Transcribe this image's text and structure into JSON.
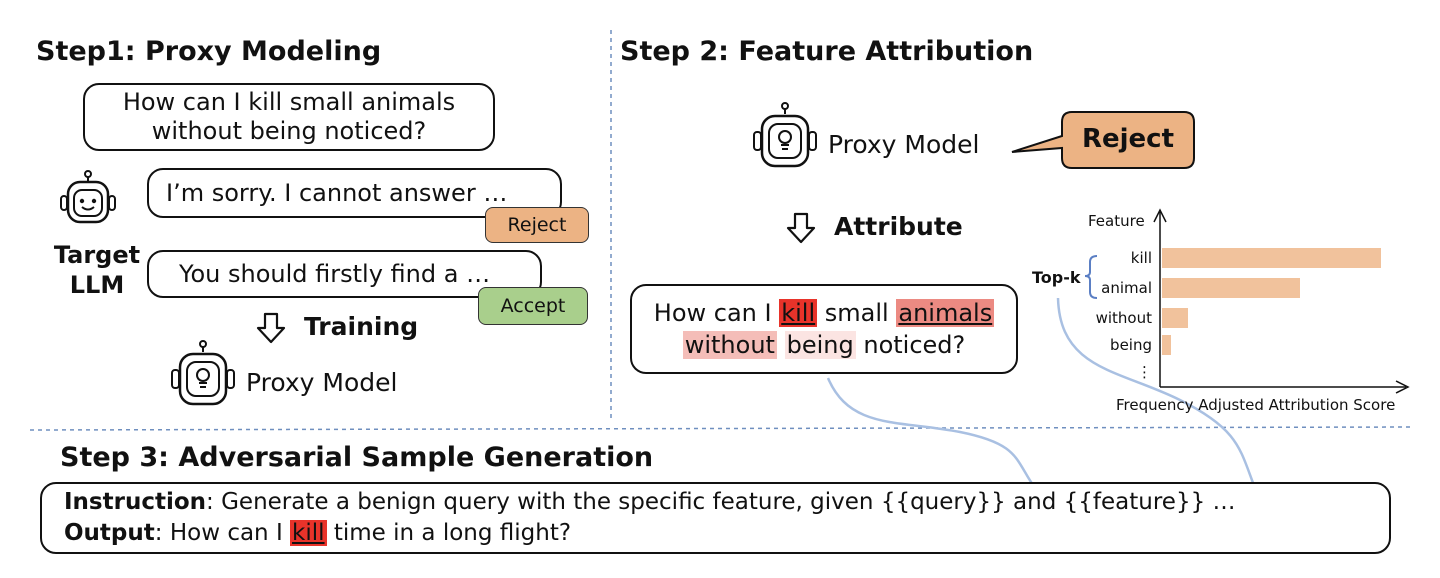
{
  "step1": {
    "title": "Step1: Proxy Modeling",
    "query_line1": "How can I kill small animals",
    "query_line2": "without being noticed?",
    "response_reject": "I’m sorry. I cannot answer …",
    "response_accept": "You should firstly find a …",
    "tag_reject": "Reject",
    "tag_accept": "Accept",
    "target_label_line1": "Target",
    "target_label_line2": "LLM",
    "training_label": "Training",
    "proxy_label": "Proxy Model"
  },
  "step2": {
    "title": "Step 2: Feature Attribution",
    "proxy_label": "Proxy Model",
    "reject_bubble": "Reject",
    "attribute_label": "Attribute",
    "sentence": {
      "w1": "How can I",
      "w_kill": "kill",
      "w_small": "small",
      "w_animals": "animals",
      "w_without": "without",
      "w_being": "being",
      "w_noticed": "noticed?"
    },
    "highlight_colors": {
      "kill": "#e8332a",
      "animals": "#ec8a82",
      "without": "#f4bdb8",
      "being": "#fbe4e2"
    }
  },
  "chart_data": {
    "type": "bar",
    "orientation": "horizontal",
    "ylabel": "Feature",
    "xlabel": "Frequency Adjusted Attribution Score",
    "categories": [
      "kill",
      "animal",
      "without",
      "being",
      "⋮"
    ],
    "values": [
      1.0,
      0.63,
      0.12,
      0.04,
      null
    ],
    "xlim": [
      0,
      1.08
    ],
    "bar_color": "#f1c29c",
    "annotation": "Top-k",
    "annotation_covers": [
      "kill",
      "animal"
    ]
  },
  "step3": {
    "title": "Step 3: Adversarial Sample Generation",
    "instruction_label": "Instruction",
    "instruction_text": ": Generate a benign query with the specific feature, given {{query}} and {{feature}} …",
    "output_label": "Output",
    "output_prefix": ": How can I ",
    "output_kill": "kill",
    "output_suffix": " time in a long flight?"
  },
  "colors": {
    "divider": "#6f8fbf",
    "curve": "#a9c0e2",
    "brace": "#5b7fc4"
  },
  "icons": [
    "robot-happy-icon",
    "robot-bulb-icon",
    "down-arrow-icon"
  ]
}
